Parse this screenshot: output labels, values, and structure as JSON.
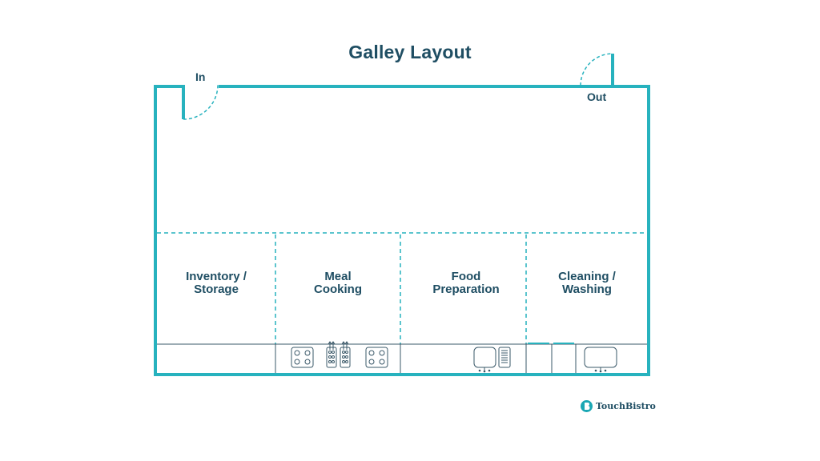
{
  "title": "Galley Layout",
  "doors": {
    "in_label": "In",
    "out_label": "Out"
  },
  "zones": [
    {
      "label": "Inventory /\nStorage"
    },
    {
      "label": "Meal\nCooking"
    },
    {
      "label": "Food\nPreparation"
    },
    {
      "label": "Cleaning /\nWashing"
    }
  ],
  "brand": {
    "name": "TouchBistro"
  },
  "colors": {
    "wall": "#27b2be",
    "text": "#1f4e63",
    "fixture": "#3a5868",
    "brand": "#1aa7b4"
  }
}
